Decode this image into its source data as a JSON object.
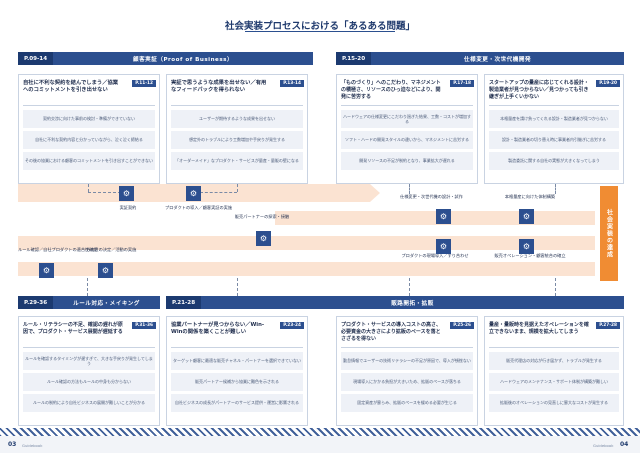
{
  "title": "社会実装プロセスにおける「あるある問題」",
  "sections": {
    "poc": {
      "code": "P.09-14",
      "title": "顧客実証（Proof of Business）"
    },
    "change": {
      "code": "P.15-20",
      "title": "仕様変更・次世代機開発"
    },
    "rule": {
      "code": "P.29-36",
      "title": "ルール対応・メイキング"
    },
    "sales": {
      "code": "P.21-28",
      "title": "販路開拓・拡販"
    }
  },
  "cards": [
    {
      "title": "自社に不利な契約を結んでしまう／協業へのコミットメントを引き出せない",
      "tag": "P.11-12",
      "items": [
        "契約交渉に向けた事前の検討・準備ができていない",
        "自社に不利な契約内容と分かっていながら、泣く泣く締結る",
        "その後の協業における顧客のコミットメントを引き出すことができない"
      ]
    },
    {
      "title": "実証で思うような成果を出せない／有用なフィードバックを得られない",
      "tag": "P.13-14",
      "items": [
        "ユーザーが期待するような成果を出せない",
        "想定外のトラブルにより工数増加や手戻りが発生する",
        "「オーダーメイド」なプロダクト・サービスが量産・量販の壁になる"
      ]
    },
    {
      "title": "「ものづくり」へのこだわり、マネジメントの積極さ、リソースのひっ迫などにより、開発に苦労する",
      "tag": "P.17-18",
      "items": [
        "ハードウェアの仕様変更にこだわり過ぎた結果、工数・コストが増加する",
        "ソフト・ハードの開発スタイルの違いから、マネジメントに苦労する",
        "開発リソースの不足が制約となり、事業拡大が遅れる"
      ]
    },
    {
      "title": "スタートアップの量産に応じてくれる設計・製造業者が見つからない／見つかっても引き継ぎが上手くいかない",
      "tag": "P.19-20",
      "items": [
        "本格量産を請け負ってくれる設計・製造業者が見つからない",
        "設計・製造業者の切り替え時に事業者内引継ぎに苦労する",
        "製造委託に関する自社の実態が大きくなってしまう"
      ]
    },
    {
      "title": "ルール・リテラシーの不足、確認の遅れが原因で、プロダクト・サービス展開が遅延する",
      "tag": "P.31-36",
      "items": [
        "ルールを確認するタイミングが遅すぎて、大きな手戻りが発生してしまう",
        "ルール確認の方法もルールの中身も分からない",
        "ルールの制約により自社ビジネスの展開が難しいことが分かる"
      ]
    },
    {
      "title": "協業パートナーが見つからない／Win-Winの関係を築くことが難しい",
      "tag": "P.23-24",
      "items": [
        "ターゲット顧客に最適な販売チャネル・パートナーを選択できていない",
        "販売パートナー候補から協業に難色を示される",
        "自社ビジネスの成長がパートナーのサービス提供・運営に影響される"
      ]
    },
    {
      "title": "プロダクト・サービスの導入コストの高さ、必要資金の大きさにより拡販のペースを落とさざるを得ない",
      "tag": "P.25-26",
      "items": [
        "勤怠情報でユーザーの技術リテラシーの不足が原因で、導入が頓挫ない",
        "現場導入にかかる負担が大きいため、拡販のペースが落ちる",
        "固定資産が膨らみ、拡販のペースを緩める必要が生じる"
      ]
    },
    {
      "title": "量産・量販時を見据えたオペレーションを確立できないまま、規模を拡大してしまう",
      "tag": "P.27-28",
      "items": [
        "販売代理店の対応が行き届かず、トラブルが発生する",
        "ハードウェアのメンテナンス・サポート体制が構築が難しい",
        "拡販後のオペレーションの見直しに膨大なコストが発生する"
      ]
    }
  ],
  "nodes": {
    "jissho_keiyaku": "実証契約",
    "introduce": "プロダクトの導入／顧客実証の実施",
    "partner": "販売パートナーの探索・接触",
    "spec_change": "仕様変更・次世代機の設計・試作",
    "mass_prod": "本格量産に向けた体制構築",
    "rule_check": "ルール確認／自社プロダクトの適合性確認",
    "policy": "方向性の決定／活動の実施",
    "field_intro": "プロダクトの現場導入／すり合わせ",
    "ops": "販売オペレーション・顧客統合の確立"
  },
  "goal": "社会実装の達成",
  "footer": {
    "left_num": "03",
    "left_label": "Guidebook",
    "right_num": "04",
    "right_label": "Guidebook"
  },
  "icons": {
    "node": "gear-person-icon"
  }
}
